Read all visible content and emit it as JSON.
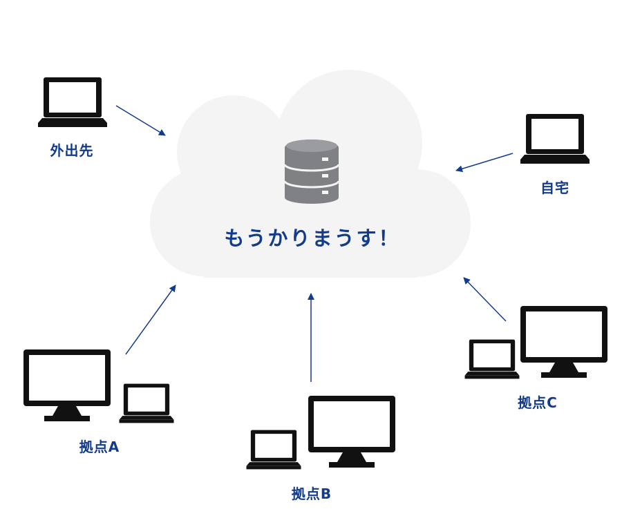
{
  "cloud": {
    "label": "もうかりまうす！",
    "icon": "database-icon"
  },
  "nodes": {
    "remote": {
      "label": "外出先",
      "icon": "laptop-icon"
    },
    "home": {
      "label": "自宅",
      "icon": "laptop-icon"
    },
    "site_a": {
      "label": "拠点A",
      "icons": [
        "monitor-icon",
        "laptop-icon"
      ]
    },
    "site_b": {
      "label": "拠点B",
      "icons": [
        "laptop-icon",
        "monitor-icon"
      ]
    },
    "site_c": {
      "label": "拠点C",
      "icons": [
        "laptop-icon",
        "monitor-icon"
      ]
    }
  },
  "colors": {
    "label": "#123b8c",
    "arrow": "#123b8c",
    "cloud_fill": "#f4f4f4",
    "device": "#111111",
    "database": "#7f8184"
  }
}
